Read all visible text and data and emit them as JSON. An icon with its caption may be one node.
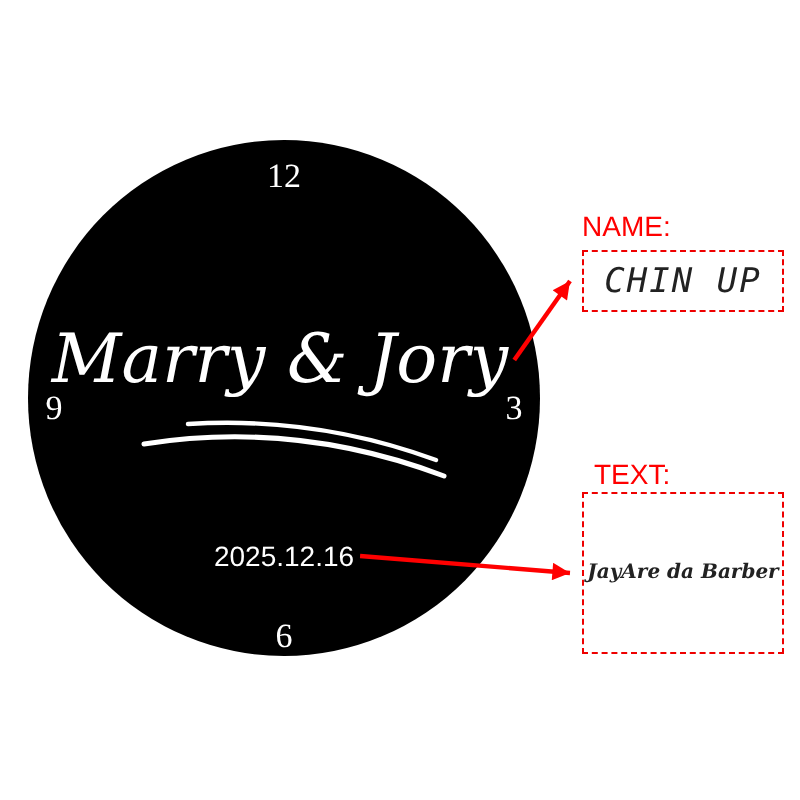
{
  "diagram": {
    "nodes": [
      {
        "text": [
          "12",
          "9",
          "3",
          "6"
        ]
      },
      {
        "text": [
          "Marry & Jory"
        ],
        "in": 0
      },
      {
        "text": [
          "2025.12.16"
        ],
        "in": 0
      },
      {
        "text": [
          "NAME:",
          "CHIN UP"
        ]
      },
      {
        "text": [
          "TEXT:",
          "JayAre da Barber"
        ]
      }
    ],
    "edges": [
      {
        "from": 1,
        "to": 3,
        "arrow": "to"
      },
      {
        "from": 2,
        "to": 4,
        "arrow": "to"
      }
    ]
  }
}
